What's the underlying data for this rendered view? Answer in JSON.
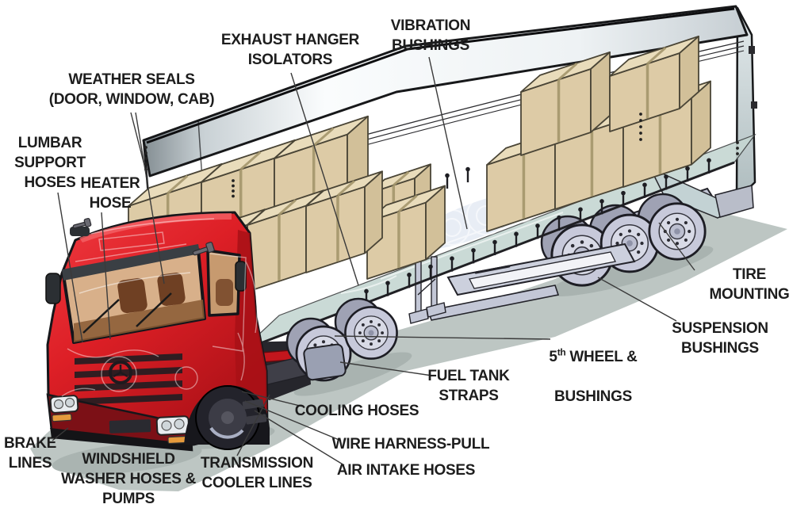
{
  "diagram": {
    "type": "parts-callout-diagram",
    "subject": "Semi truck tractor-trailer cutaway with cargo boxes",
    "labels": {
      "exhaust_hanger_isolators": {
        "text": "EXHAUST HANGER\nISOLATORS"
      },
      "vibration_bushings": {
        "text": "VIBRATION\nBUSHINGS"
      },
      "weather_seals": {
        "text": "WEATHER SEALS\n(DOOR, WINDOW, CAB)"
      },
      "lumbar_support_hoses": {
        "text": "LUMBAR\nSUPPORT\nHOSES"
      },
      "heater_hose": {
        "text": "HEATER\nHOSE"
      },
      "tire_mounting": {
        "text": "TIRE MOUNTING"
      },
      "suspension_bushings": {
        "text": "SUSPENSION\nBUSHINGS"
      },
      "fifth_wheel_bushings": {
        "prefix": "5",
        "sup": "th",
        "line1_rest": " WHEEL &",
        "line2": "BUSHINGS"
      },
      "fuel_tank_straps": {
        "text": "FUEL TANK\nSTRAPS"
      },
      "cooling_hoses": {
        "text": "COOLING HOSES"
      },
      "wire_harness_pull": {
        "text": "WIRE HARNESS-PULL"
      },
      "air_intake_hoses": {
        "text": "AIR INTAKE HOSES"
      },
      "transmission_cooler_lines": {
        "text": "TRANSMISSION\nCOOLER LINES"
      },
      "windshield_washer_hoses_pumps": {
        "text": "WINDSHIELD\nWASHER HOSES &\nPUMPS"
      },
      "brake_lines": {
        "text": "BRAKE\nLINES"
      }
    }
  },
  "colors": {
    "bg": "#ffffff",
    "label_text": "#1d1d1d",
    "leader_line": "#3a3a3a",
    "cab_red": "#dd1f26",
    "cab_red_dark": "#a81016",
    "box_front": "#ddcba6",
    "box_side": "#d2c099",
    "box_top": "#e9dcbb",
    "box_edge": "#4a4536",
    "strap": "#a4966c",
    "trailer_outline": "#17181a",
    "bed_teal": "#c5d6d2",
    "ghost_blue": "#cdd7e8",
    "wheel_gray": "#c7c9da",
    "wheel_face": "#d8dae6",
    "shadow": "#bdc6c3",
    "interior_tan": "#d8b08a",
    "seat_brown": "#7a4a28",
    "amber": "#e59a3c"
  }
}
